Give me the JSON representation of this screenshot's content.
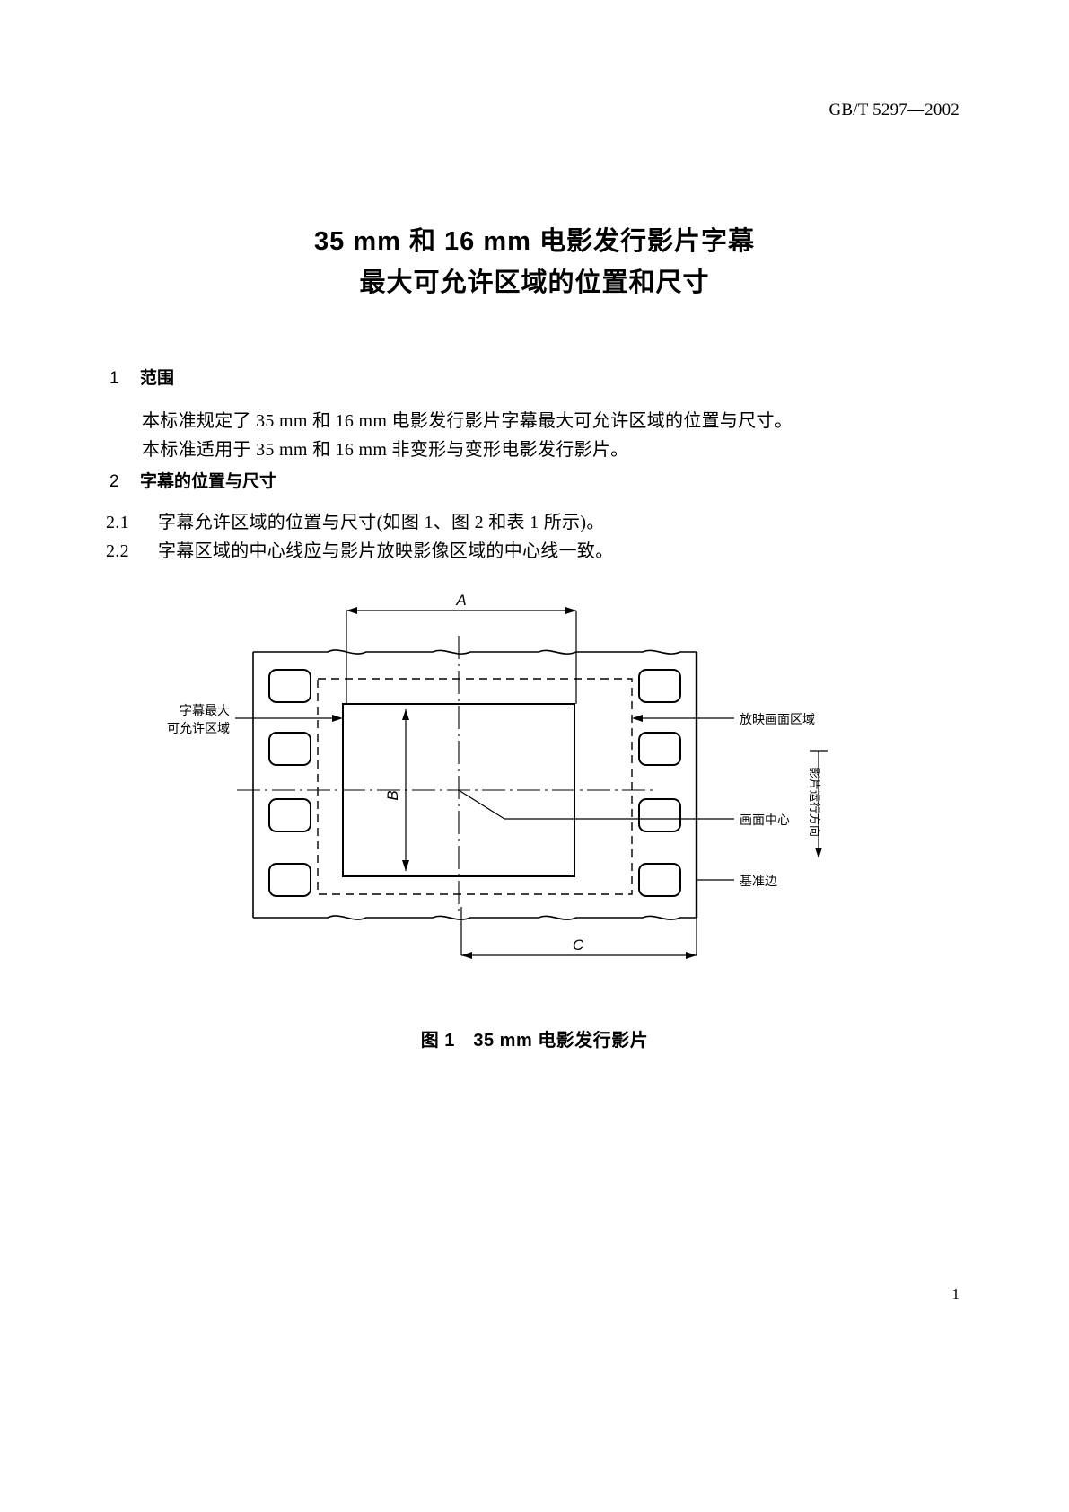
{
  "header": {
    "standard_prefix": "GB/T",
    "standard_number": "5297",
    "separator": "—",
    "year": "2002",
    "full": "GB/T 5297—2002"
  },
  "title": {
    "line1": "35 mm 和 16 mm 电影发行影片字幕",
    "line2": "最大可允许区域的位置和尺寸"
  },
  "sections": [
    {
      "number": "1",
      "heading": "范围",
      "paragraphs": [
        "本标准规定了 35 mm 和 16 mm 电影发行影片字幕最大可允许区域的位置与尺寸。",
        "本标准适用于 35 mm 和 16 mm 非变形与变形电影发行影片。"
      ]
    },
    {
      "number": "2",
      "heading": "字幕的位置与尺寸",
      "items": [
        {
          "number": "2.1",
          "text": "字幕允许区域的位置与尺寸(如图 1、图 2 和表 1 所示)。"
        },
        {
          "number": "2.2",
          "text": "字幕区域的中心线应与影片放映影像区域的中心线一致。"
        }
      ]
    }
  ],
  "figure": {
    "caption": "图 1　35 mm 电影发行影片",
    "dimensions": {
      "a": "A",
      "b": "B",
      "c": "C"
    },
    "labels": {
      "subtitle_area_line1": "字幕最大",
      "subtitle_area_line2": "可允许区域",
      "projection_area": "放映画面区域",
      "frame_center": "画面中心",
      "reference_edge": "基准边",
      "film_direction": "影片运行方向"
    }
  },
  "page_number": "1"
}
